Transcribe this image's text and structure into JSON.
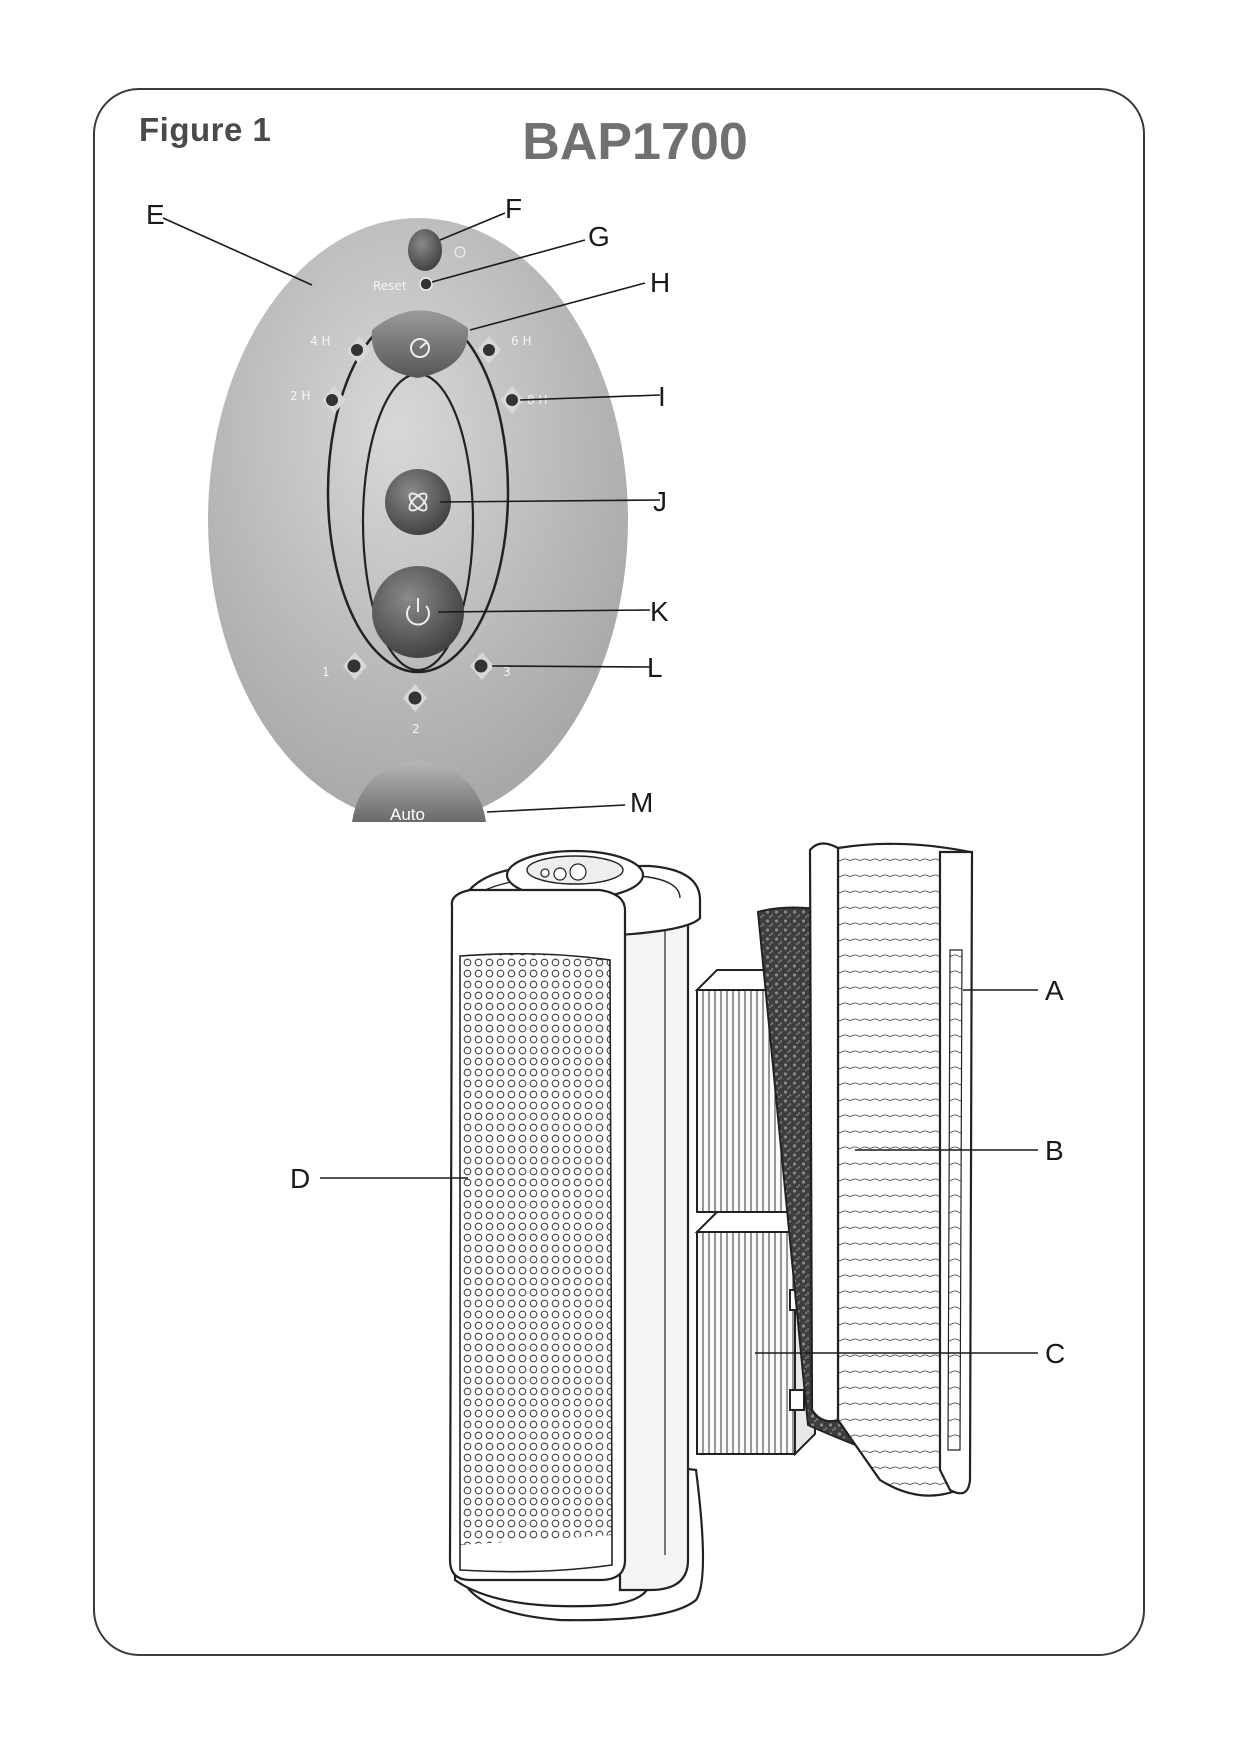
{
  "header": {
    "figure_label": "Figure 1",
    "model": "BAP1700"
  },
  "panel": {
    "reset_label": "Reset",
    "timer_labels": [
      "4 H",
      "6 H",
      "2 H",
      "8 H"
    ],
    "speed_labels": [
      "1",
      "2",
      "3"
    ],
    "auto_label": "Auto"
  },
  "callouts": {
    "A": "A",
    "B": "B",
    "C": "C",
    "D": "D",
    "E": "E",
    "F": "F",
    "G": "G",
    "H": "H",
    "I": "I",
    "J": "J",
    "K": "K",
    "L": "L",
    "M": "M"
  }
}
